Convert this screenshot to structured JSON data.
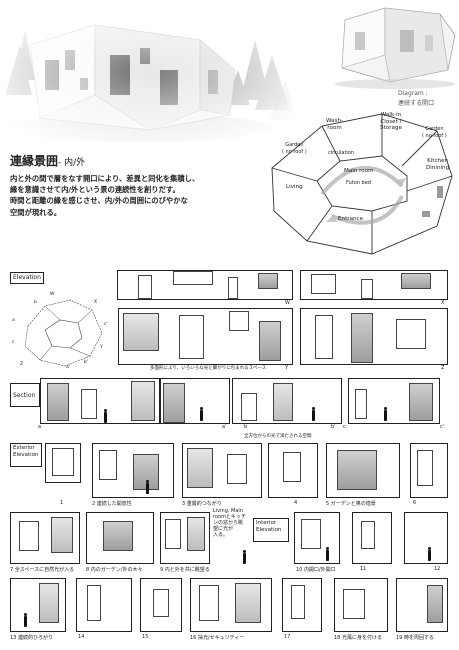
{
  "header": {
    "title": "連縁景囲",
    "subtitle": "- 内/外",
    "description_lines": [
      "内と外の間で層をなす開口により、差異と同化を集積し、",
      "縁を意識させて内/外という景の連続性を創りだす。",
      "時間と距離の縁を感じさせ、内/外の周囲にのびやかな",
      "空間が現れる。"
    ]
  },
  "diagram": {
    "caption_line1": "Diagram :",
    "caption_line2": "連続する開口",
    "rooms": {
      "wash": "Wash-\nroom",
      "walkin": "Walk-in\nCloset /\nStorage",
      "garden_left": "Garden\n( no roof )",
      "garden_right": "Garden\n( no roof )",
      "kitchen": "Kitchen\nDinining",
      "main": "Main room",
      "futon": "Futon bed",
      "living": "Living",
      "entrance": "Entrance",
      "circulation": "circulation"
    }
  },
  "sections": {
    "elevation_label": "Elevation",
    "section_label": "Section",
    "exterior_label": "Exterior\nElevation",
    "interior_label": "Interior\nElevation",
    "elevation_letters": [
      "W",
      "X",
      "Y",
      "Z"
    ],
    "elevation_caption": "多面形により、いろいろな光と繋がりに包まれるスペース",
    "section_letters": [
      "a",
      "a'",
      "b",
      "b'",
      "c",
      "c'"
    ],
    "section_caption": "全方位からの光で満たされる空間",
    "ext_captions": [
      "1",
      "2 連続した開放性",
      "3 重層的つながり",
      "4",
      "5 ガーデンと奥の借景",
      "6"
    ],
    "row2_captions": [
      "7 全スペースに自然光が入る",
      "8 内のガーデン/外の木々",
      "9 内と外を共に眺望る",
      "10 内開口/外開口",
      "11",
      "12"
    ],
    "row3_captions": [
      "13 連続的ひろがり",
      "14",
      "15",
      "16 採光/セキュリティー",
      "17",
      "18 光風に身を付ける",
      "19 時を周回する"
    ],
    "note": "Living, Main\nroomとキッチ\nンの窓から眺\n望に光が\n入る。",
    "plan_letters": [
      "W",
      "X",
      "Y",
      "Z",
      "a",
      "a'",
      "b",
      "b'",
      "c",
      "c'"
    ]
  }
}
